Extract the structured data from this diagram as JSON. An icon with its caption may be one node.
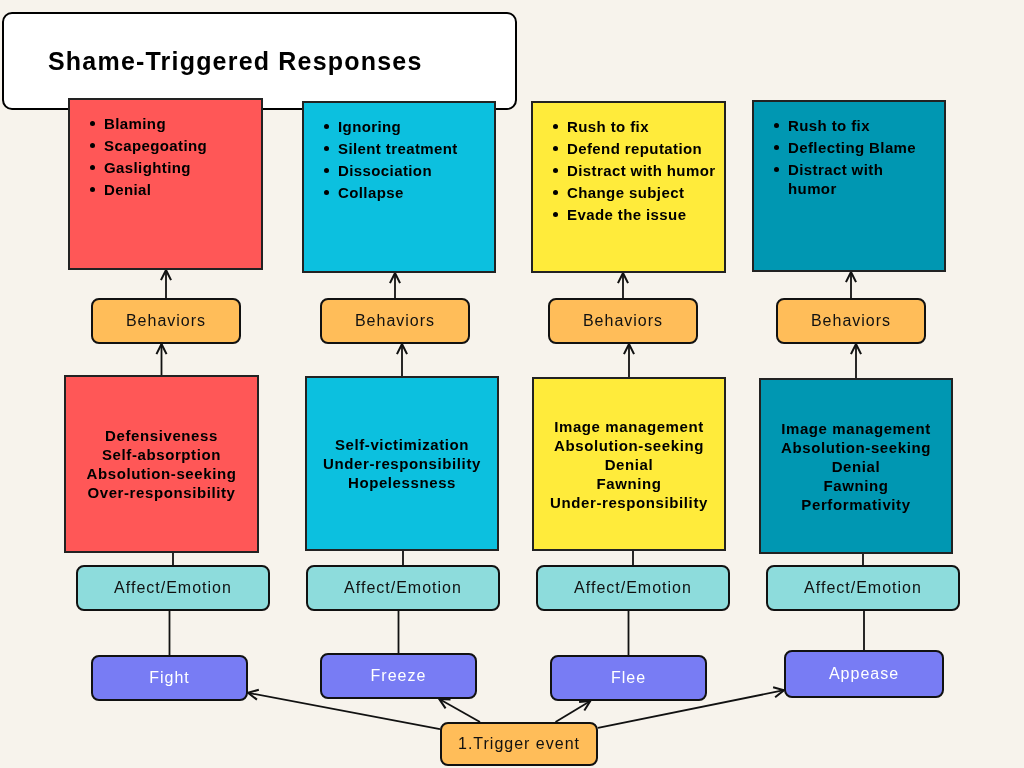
{
  "diagram": {
    "title": "Shame-Triggered Responses",
    "nodes": [
      {
        "text": [
          "Blaming",
          "Scapegoating",
          "Gaslighting",
          "Denial"
        ]
      },
      {
        "text": [
          "Ignoring",
          "Silent treatment",
          "Dissociation",
          "Collapse"
        ]
      },
      {
        "text": [
          "Rush to fix",
          "Defend reputation",
          "Distract with humor",
          "Change subject",
          "Evade the issue"
        ]
      },
      {
        "text": [
          "Rush to fix",
          "Deflecting Blame",
          "Distract with humor"
        ]
      },
      {
        "text": [
          "Behaviors"
        ]
      },
      {
        "text": [
          "Behaviors"
        ]
      },
      {
        "text": [
          "Behaviors"
        ]
      },
      {
        "text": [
          "Behaviors"
        ]
      },
      {
        "text": [
          "Defensiveness",
          "Self-absorption",
          "Absolution-seeking",
          "Over-responsibility"
        ]
      },
      {
        "text": [
          "Self-victimization",
          "Under-responsibility",
          "Hopelessness"
        ]
      },
      {
        "text": [
          "Image management",
          "Absolution-seeking",
          "Denial",
          "Fawning",
          "Under-responsibility"
        ]
      },
      {
        "text": [
          "Image management",
          "Absolution-seeking",
          "Denial",
          "Fawning",
          "Performativity"
        ]
      },
      {
        "text": [
          "Affect/Emotion"
        ]
      },
      {
        "text": [
          "Affect/Emotion"
        ]
      },
      {
        "text": [
          "Affect/Emotion"
        ]
      },
      {
        "text": [
          "Affect/Emotion"
        ]
      },
      {
        "text": [
          "Fight"
        ]
      },
      {
        "text": [
          "Freeze"
        ]
      },
      {
        "text": [
          "Flee"
        ]
      },
      {
        "text": [
          "Appease"
        ]
      },
      {
        "text": [
          "1.Trigger event"
        ]
      }
    ],
    "edges": [
      {
        "from": 20,
        "to": 16,
        "arrow": "to"
      },
      {
        "from": 20,
        "to": 17,
        "arrow": "to"
      },
      {
        "from": 20,
        "to": 18,
        "arrow": "to"
      },
      {
        "from": 20,
        "to": 19,
        "arrow": "to"
      },
      {
        "from": 16,
        "to": 12,
        "arrow": "none"
      },
      {
        "from": 17,
        "to": 13,
        "arrow": "none"
      },
      {
        "from": 18,
        "to": 14,
        "arrow": "none"
      },
      {
        "from": 19,
        "to": 15,
        "arrow": "none"
      },
      {
        "from": 12,
        "to": 8,
        "arrow": "none"
      },
      {
        "from": 13,
        "to": 9,
        "arrow": "none"
      },
      {
        "from": 14,
        "to": 10,
        "arrow": "none"
      },
      {
        "from": 15,
        "to": 11,
        "arrow": "none"
      },
      {
        "from": 8,
        "to": 4,
        "arrow": "to"
      },
      {
        "from": 9,
        "to": 5,
        "arrow": "to"
      },
      {
        "from": 10,
        "to": 6,
        "arrow": "to"
      },
      {
        "from": 11,
        "to": 7,
        "arrow": "to"
      },
      {
        "from": 4,
        "to": 0,
        "arrow": "to"
      },
      {
        "from": 5,
        "to": 1,
        "arrow": "to"
      },
      {
        "from": 6,
        "to": 2,
        "arrow": "to"
      },
      {
        "from": 7,
        "to": 3,
        "arrow": "to"
      }
    ]
  }
}
